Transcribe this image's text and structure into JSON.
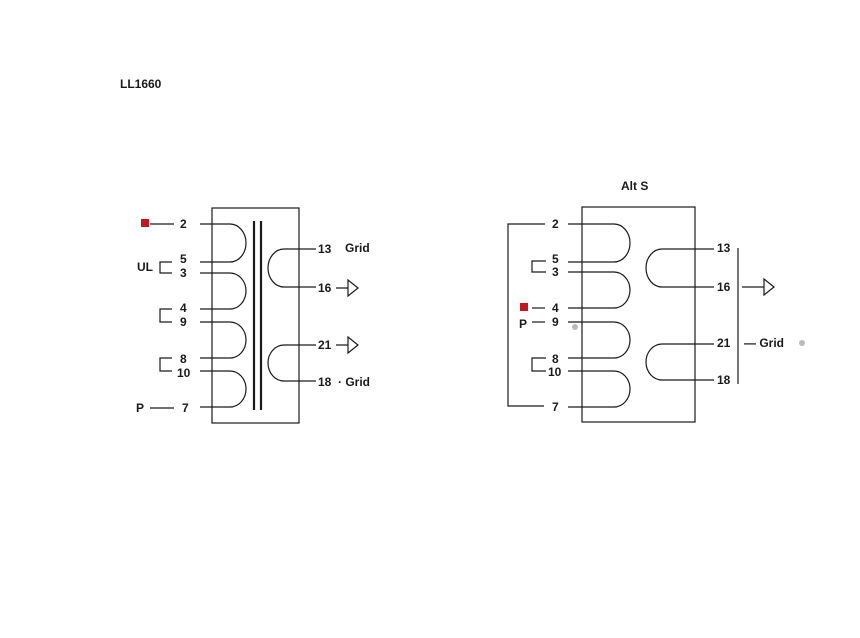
{
  "title": "LL1660",
  "alt_title": "Alt S",
  "colors": {
    "marker": "#c0191f",
    "line": "#1a1a1a",
    "dot": "#bbbbbb"
  },
  "left": {
    "pins": {
      "p2": "2",
      "p5": "5",
      "p3": "3",
      "p4": "4",
      "p9": "9",
      "p8": "8",
      "p10": "10",
      "p7": "7",
      "p13": "13",
      "p16": "16",
      "p21": "21",
      "p18": "18"
    },
    "labels": {
      "ul": "UL",
      "p": "P",
      "grid_top": "Grid",
      "grid_bottom": "· Grid"
    }
  },
  "right": {
    "pins": {
      "p2": "2",
      "p5": "5",
      "p3": "3",
      "p4": "4",
      "p9": "9",
      "p8": "8",
      "p10": "10",
      "p7": "7",
      "p13": "13",
      "p16": "16",
      "p21": "21",
      "p18": "18"
    },
    "labels": {
      "p": "P",
      "grid": "— Grid"
    }
  }
}
